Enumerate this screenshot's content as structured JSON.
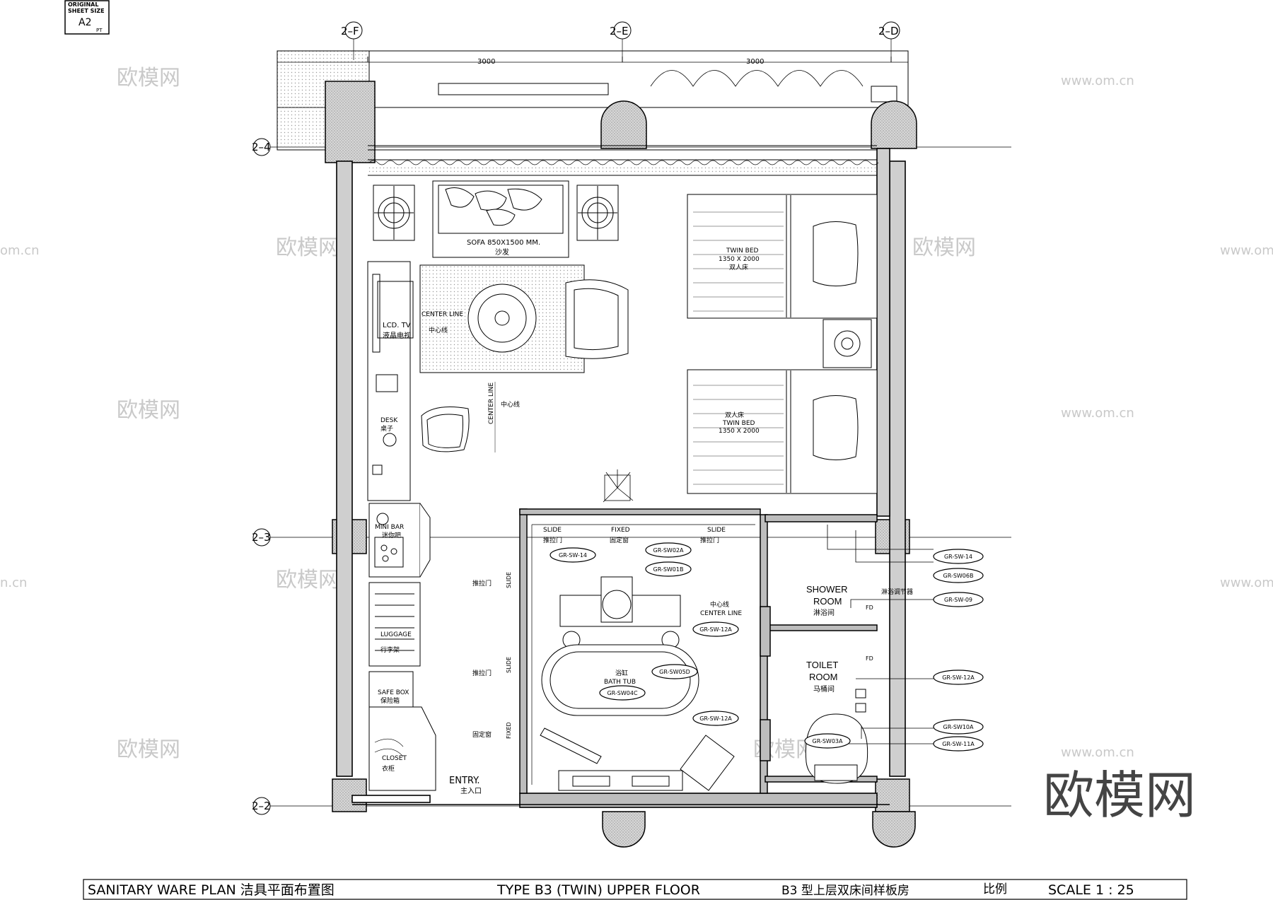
{
  "sheet": {
    "label_lines": [
      "ORIGINAL",
      "SHEET SIZE"
    ],
    "size": "A2",
    "suffix": "PT"
  },
  "grid": {
    "top": [
      "2–F",
      "2–E",
      "2–D"
    ],
    "left": [
      "2–4",
      "2–3",
      "2–2"
    ]
  },
  "dims": [
    "3000",
    "3000"
  ],
  "rooms": {
    "sofa": [
      "SOFA 850X1500 MM.",
      "沙发"
    ],
    "bed1": [
      "TWIN BED",
      "1350 X 2000",
      "双人床"
    ],
    "bed2": [
      "双人床",
      "TWIN BED",
      "1350 X 2000"
    ],
    "tv": [
      "LCD. TV",
      "液晶电视"
    ],
    "center_line_1": [
      "CENTER LINE",
      "中心线"
    ],
    "center_line_2": [
      "CENTER LINE",
      "中心线"
    ],
    "desk": [
      "DESK",
      "桌子"
    ],
    "minibar": [
      "MINI BAR",
      "迷你吧"
    ],
    "luggage": [
      "LUGGAGE",
      "行李架"
    ],
    "safe": [
      "SAFE BOX",
      "保险箱"
    ],
    "closet": [
      "CLOSET",
      "衣柜"
    ],
    "entry": [
      "ENTRY.",
      "主入口"
    ],
    "slide_1": [
      "SLIDE",
      "推拉门"
    ],
    "fixed_top": [
      "FIXED",
      "固定窗"
    ],
    "slide_2": [
      "SLIDE",
      "推拉门"
    ],
    "side_slide_1": [
      "推拉门",
      "SLIDE"
    ],
    "side_slide_2": [
      "推拉门",
      "SLIDE"
    ],
    "side_fixed": [
      "固定窗",
      "FIXED"
    ],
    "bath_center": [
      "中心线",
      "CENTER LINE"
    ],
    "bathtub": [
      "浴缸",
      "BATH TUB"
    ],
    "shower": [
      "SHOWER",
      "ROOM",
      "淋浴间"
    ],
    "toilet": [
      "TOILET",
      "ROOM",
      "马桶间"
    ],
    "shower_valve": "淋浴调节器",
    "fd": "FD"
  },
  "tags": {
    "left": [
      "GR-SW-14",
      "GR-SW02A",
      "GR-SW01B",
      "GR-SW-12A",
      "GR-SW05D",
      "GR-SW04C",
      "GR-SW-12A",
      "GR-SW03A"
    ],
    "right": [
      "GR-SW-14",
      "GR-SW06B",
      "GR-SW-09",
      "GR-SW-12A",
      "GR-SW10A",
      "GR-SW-11A"
    ]
  },
  "watermarks": {
    "cn": "欧模网",
    "url": "www.om.cn",
    "domain_a": "om.cn",
    "domain_b": "n.cn",
    "big": "欧模网"
  },
  "title_bar": {
    "plan": "SANITARY WARE PLAN 洁具平面布置图",
    "type": "TYPE B3 (TWIN) UPPER FLOOR",
    "type_cn": "B3 型上层双床间样板房",
    "scale_cn": "比例",
    "scale": "SCALE 1 : 25"
  },
  "colors": {
    "line": "#000000",
    "wall_fill": "#bdbdbd",
    "watermark": "#c9c9c9"
  }
}
